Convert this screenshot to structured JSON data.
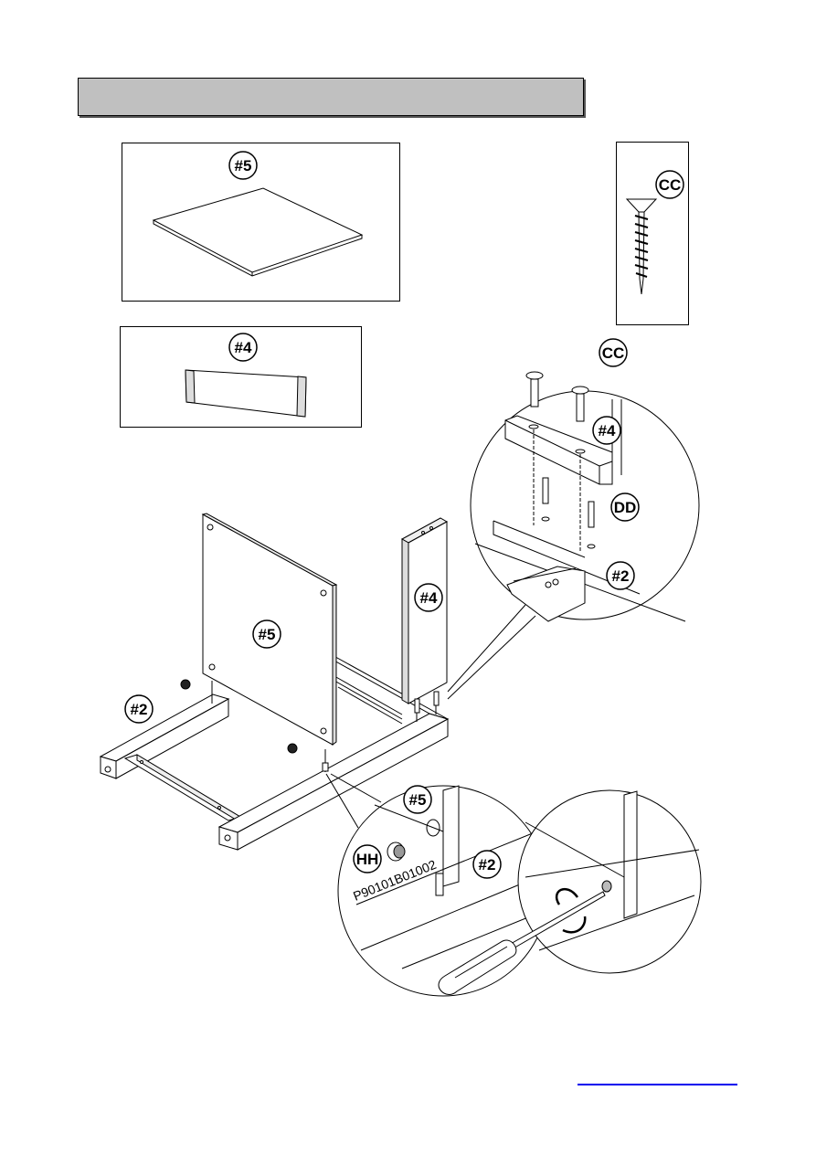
{
  "header": {
    "title": ""
  },
  "parts": {
    "panel_top": {
      "label": "#5"
    },
    "rail": {
      "label": "#4"
    },
    "screw": {
      "label": "CC"
    }
  },
  "main_diagram": {
    "panel_label": "#5",
    "upright_label": "#4",
    "base_label": "#2"
  },
  "detail_top": {
    "screw_label": "CC",
    "rail_label": "#4",
    "dowel_label": "DD",
    "base_label": "#2"
  },
  "detail_bottom": {
    "panel_label": "#5",
    "cam_label": "HH",
    "cam_code": "P90101B01002",
    "base_label": "#2"
  },
  "footer": {
    "link_text": ""
  }
}
